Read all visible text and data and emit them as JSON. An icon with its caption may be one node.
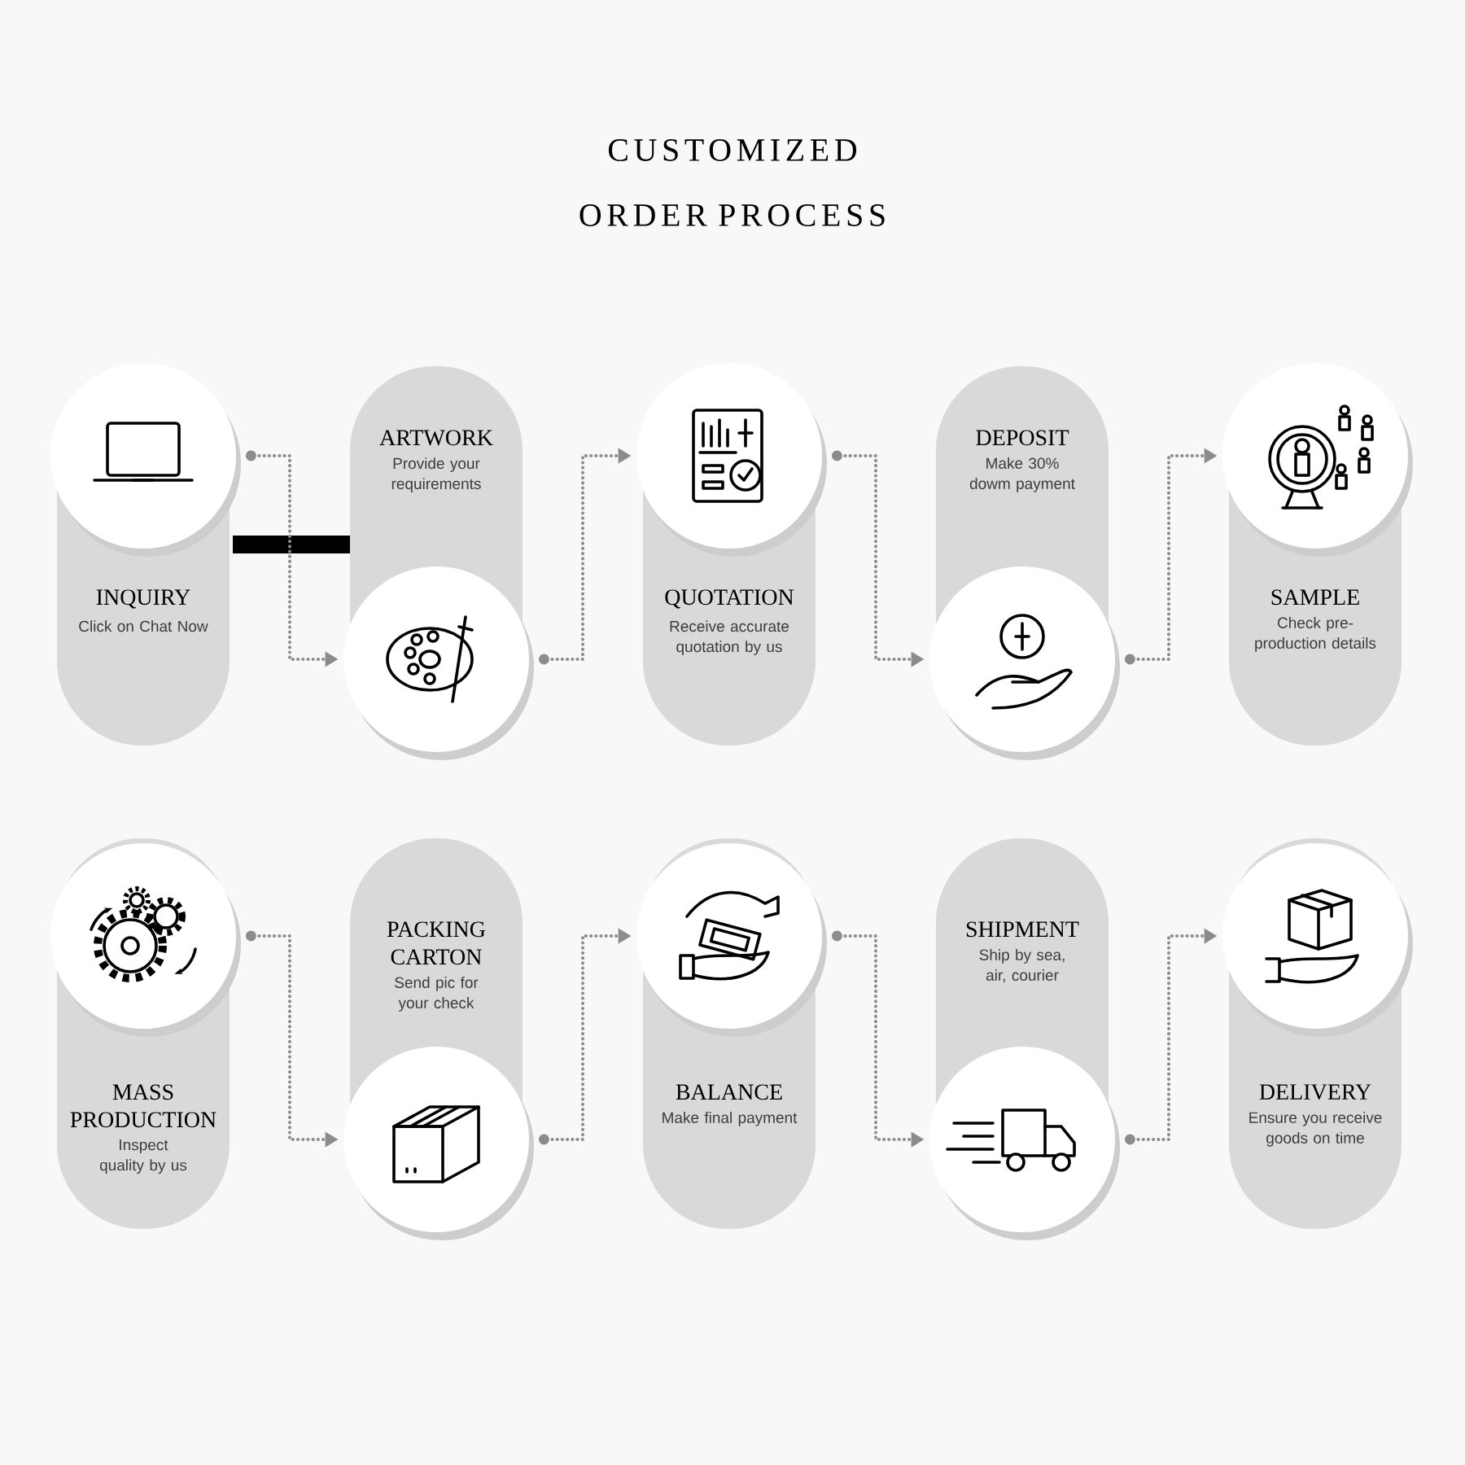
{
  "diagram": {
    "title": "CUSTOMIZED ORDER PROCESS",
    "nodes": [
      {
        "text": [
          "INQUIRY",
          "Click on Chat Now"
        ]
      },
      {
        "text": [
          "ARTWORK",
          "Provide your requirements"
        ]
      },
      {
        "text": [
          "QUOTATION",
          "Receive accurate quotation by us"
        ]
      },
      {
        "text": [
          "DEPOSIT",
          "Make 30% dowm payment"
        ]
      },
      {
        "text": [
          "SAMPLE",
          "Check pre-production details"
        ]
      },
      {
        "text": [
          "MASS PRODUCTION",
          "Inspect quality by us"
        ]
      },
      {
        "text": [
          "PACKING CARTON",
          "Send pic for your check"
        ]
      },
      {
        "text": [
          "BALANCE",
          "Make final payment"
        ]
      },
      {
        "text": [
          "SHIPMENT",
          "Ship by sea, air, courier"
        ]
      },
      {
        "text": [
          "DELIVERY",
          "Ensure you receive goods on time"
        ]
      }
    ],
    "edges": [
      {
        "from": 0,
        "to": 1,
        "arrow": "to",
        "style": "dashed"
      },
      {
        "from": 1,
        "to": 2,
        "arrow": "to",
        "style": "dashed"
      },
      {
        "from": 2,
        "to": 3,
        "arrow": "to",
        "style": "dashed"
      },
      {
        "from": 3,
        "to": 4,
        "arrow": "to",
        "style": "dashed"
      },
      {
        "from": 5,
        "to": 6,
        "arrow": "to",
        "style": "dashed"
      },
      {
        "from": 6,
        "to": 7,
        "arrow": "to",
        "style": "dashed"
      },
      {
        "from": 7,
        "to": 8,
        "arrow": "to",
        "style": "dashed"
      },
      {
        "from": 8,
        "to": 9,
        "arrow": "to",
        "style": "dashed"
      }
    ]
  }
}
